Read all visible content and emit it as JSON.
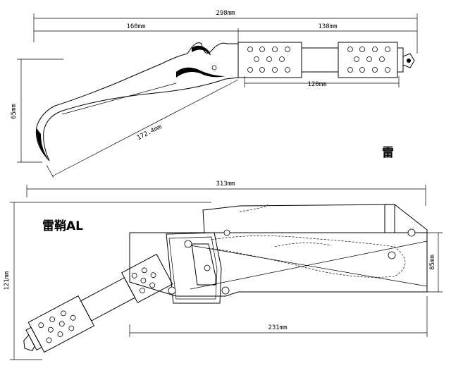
{
  "top_view": {
    "label": "雷",
    "dims": {
      "overall": "298mm",
      "blade": "160mm",
      "handle": "138mm",
      "grip": "120mm",
      "height": "65mm",
      "edge": "172.4mm"
    }
  },
  "bottom_view": {
    "label": "雷鞘AL",
    "dims": {
      "overall": "313mm",
      "sheath": "231mm",
      "height": "121mm",
      "sheath_height": "85mm"
    }
  }
}
